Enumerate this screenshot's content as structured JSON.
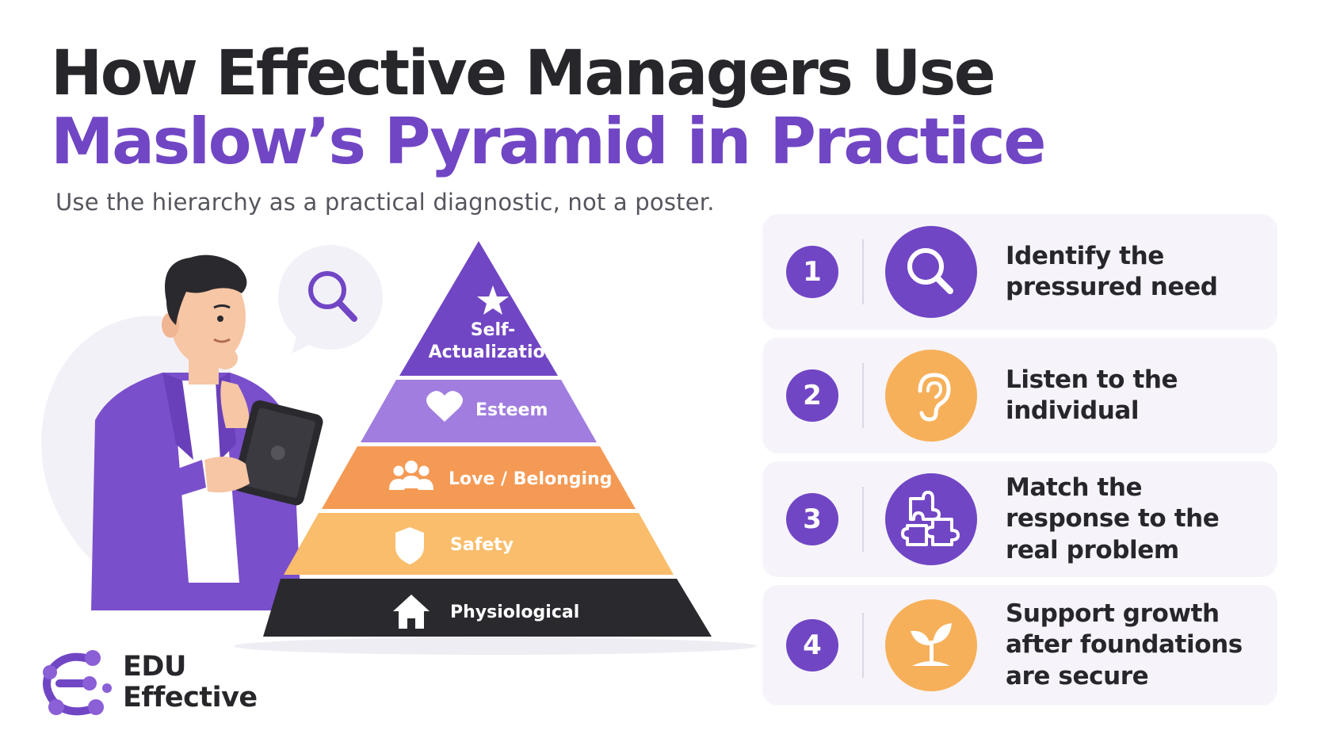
{
  "header": {
    "title_line1": "How Effective Managers Use",
    "title_line2": "Maslow’s Pyramid in Practice",
    "subtitle": "Use the hierarchy as a practical diagnostic, not a poster."
  },
  "pyramid": {
    "levels": [
      {
        "label_lines": [
          "Self-",
          "Actualization"
        ],
        "icon": "star-icon",
        "color": "#7146c4"
      },
      {
        "label_lines": [
          "Esteem"
        ],
        "icon": "heart-icon",
        "color": "#a07ddf"
      },
      {
        "label_lines": [
          "Love / Belonging"
        ],
        "icon": "people-icon",
        "color": "#f49a55"
      },
      {
        "label_lines": [
          "Safety"
        ],
        "icon": "shield-icon",
        "color": "#f9bd6b"
      },
      {
        "label_lines": [
          "Physiological"
        ],
        "icon": "house-icon",
        "color": "#2a292e"
      }
    ]
  },
  "steps": [
    {
      "number": "1",
      "text": "Identify the pressured need",
      "icon": "magnifier-icon",
      "icon_color": "#7146c4"
    },
    {
      "number": "2",
      "text": "Listen to the individual",
      "icon": "ear-icon",
      "icon_color": "#f7b05a"
    },
    {
      "number": "3",
      "text": "Match the response to the real problem",
      "icon": "puzzle-icon",
      "icon_color": "#7146c4"
    },
    {
      "number": "4",
      "text": "Support growth after foundations are secure",
      "icon": "sprout-icon",
      "icon_color": "#f7b05a"
    }
  ],
  "brand": {
    "line1": "EDU",
    "line2": "Effective",
    "logo_icon": "molecule-logo-icon",
    "accent": "#7146c4"
  },
  "colors": {
    "purple": "#7146c4",
    "dark": "#27272b",
    "orange": "#f7b05a",
    "card_bg": "#f6f4fa"
  }
}
